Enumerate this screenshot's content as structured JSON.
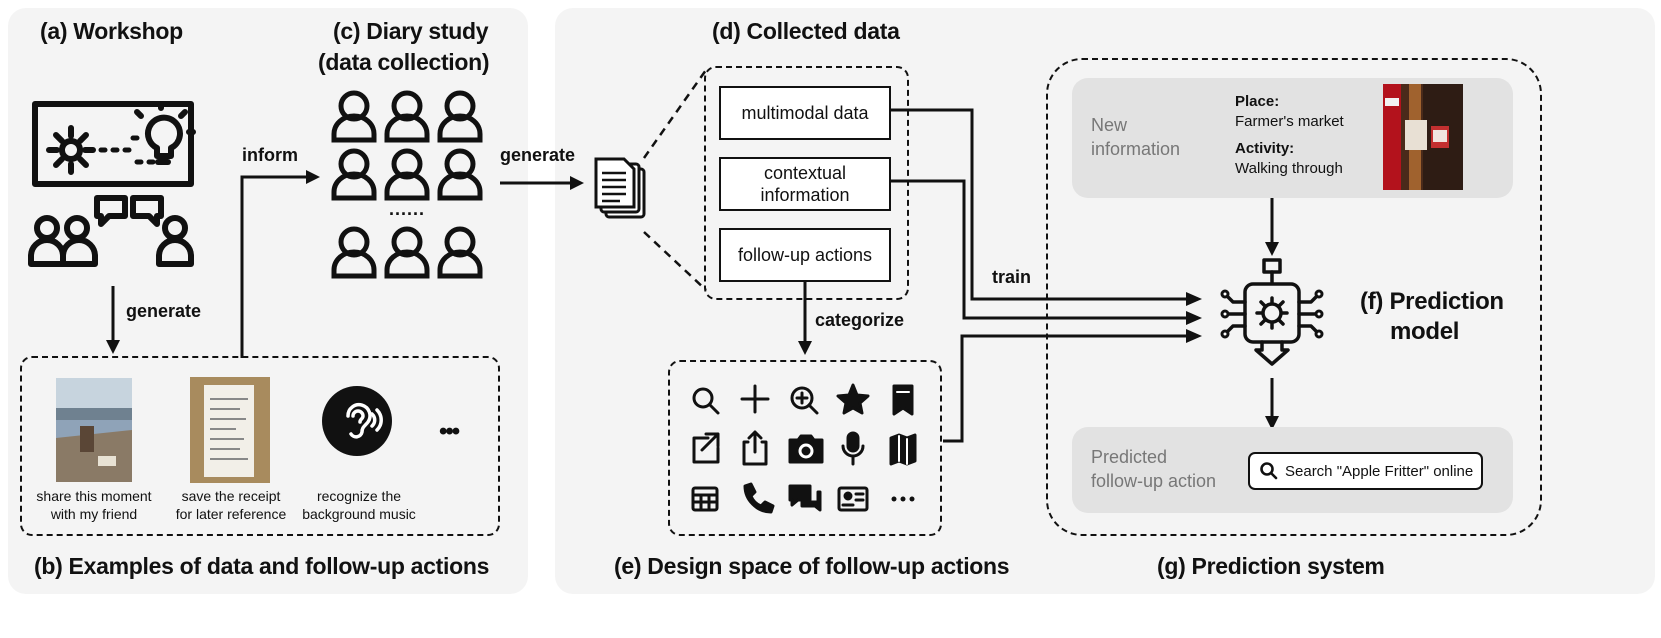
{
  "headings": {
    "workshop": "(a) Workshop",
    "examples": "(b) Examples of data and follow-up actions",
    "diary_line1": "(c) Diary study",
    "diary_line2": "(data collection)",
    "collected": "(d) Collected data",
    "design_space": "(e) Design space of follow-up actions",
    "model_line1": "(f)  Prediction",
    "model_line2": "model",
    "system": "(g) Prediction system"
  },
  "arrow_labels": {
    "generate_a": "generate",
    "inform": "inform",
    "generate_c": "generate",
    "train": "train",
    "categorize": "categorize"
  },
  "diary_ellipsis": "......",
  "examples": [
    {
      "line1": "share this moment",
      "line2": "with my friend"
    },
    {
      "line1": "save the receipt",
      "line2": "for later reference"
    },
    {
      "line1": "recognize the",
      "line2": "background music"
    }
  ],
  "examples_more": "•••",
  "collected_boxes": [
    "multimodal data",
    "contextual information",
    "follow-up actions"
  ],
  "contextual_lines": [
    "contextual",
    "information"
  ],
  "action_icons": [
    "search-icon",
    "plus-icon",
    "zoom-in-icon",
    "star-icon",
    "bookmark-icon",
    "external-link-icon",
    "share-icon",
    "camera-icon",
    "microphone-icon",
    "map-icon",
    "table-icon",
    "phone-icon",
    "chat-icon",
    "contact-card-icon",
    "more-icon"
  ],
  "new_info": {
    "label_line1": "New",
    "label_line2": "information",
    "place_label": "Place:",
    "place_value": "Farmer's market",
    "activity_label": "Activity:",
    "activity_value": "Walking through"
  },
  "predicted": {
    "label_line1": "Predicted",
    "label_line2": "follow-up action",
    "action": "Search \"Apple Fritter\" online"
  },
  "colors": {
    "panel": "#f4f4f4",
    "gray_box": "#e2e2e2",
    "ink": "#111111"
  }
}
